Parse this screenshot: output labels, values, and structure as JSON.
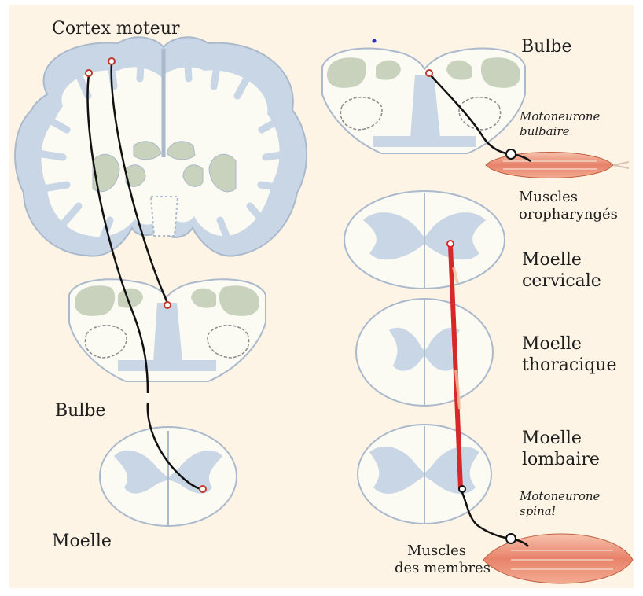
{
  "labels": {
    "cortex": "Cortex moteur",
    "bulbe_right": "Bulbe",
    "moto_bulbaire_1": "Motoneurone",
    "moto_bulbaire_2": "bulbaire",
    "muscles_oro_1": "Muscles",
    "muscles_oro_2": "oropharyngés",
    "cervicale_1": "Moelle",
    "cervicale_2": "cervicale",
    "thoracique_1": "Moelle",
    "thoracique_2": "thoracique",
    "lombaire_1": "Moelle",
    "lombaire_2": "lombaire",
    "moto_spinal_1": "Motoneurone",
    "moto_spinal_2": "spinal",
    "muscles_membres_1": "Muscles",
    "muscles_membres_2": "des membres",
    "bulbe_left": "Bulbe",
    "moelle_left": "Moelle"
  },
  "colors": {
    "background": "#fdf4e6",
    "tissue_fill": "#fbfaf3",
    "tissue_outline": "#aab9cb",
    "grey_matter": "#c8d6e6",
    "nuclei": "#c9d2bd",
    "axon": "#111111",
    "tract_red": "#d62828",
    "muscle": "#e8826a"
  },
  "icons": {
    "brain": "coronal-brain-section",
    "muscle": "muscle-fusiform"
  }
}
